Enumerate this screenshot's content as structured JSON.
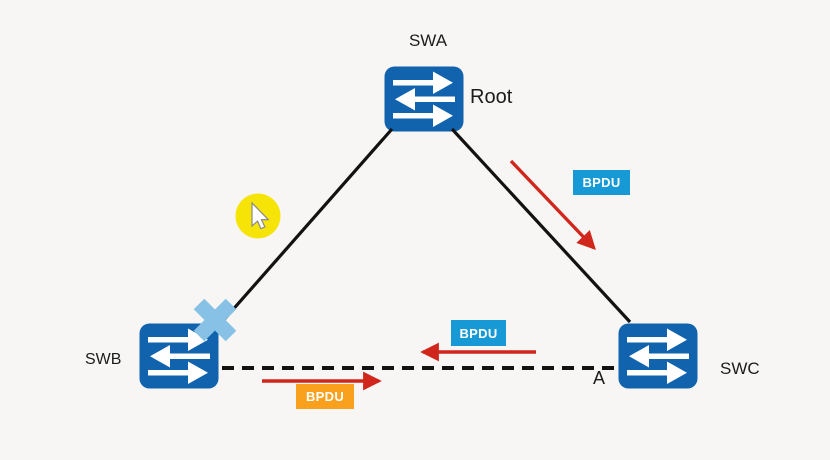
{
  "nodes": {
    "swa": {
      "name": "SWA",
      "role": "Root"
    },
    "swb": {
      "name": "SWB"
    },
    "swc": {
      "name": "SWC"
    }
  },
  "port_label": "A",
  "badges": {
    "bpdu_downlink": {
      "label": "BPDU",
      "color": "#1799d6"
    },
    "bpdu_reverse": {
      "label": "BPDU",
      "color": "#1799d6"
    },
    "bpdu_forward": {
      "label": "BPDU",
      "color": "#f9a11c"
    }
  },
  "icons": {
    "switch": "switch-icon",
    "blocked_port": "blocked-x-icon",
    "pointer": "mouse-cursor-icon",
    "pointer_highlight": "cursor-highlight-circle"
  },
  "colors": {
    "background": "#f7f6f4",
    "switch_blue": "#1163ae",
    "badge_blue": "#1799d6",
    "badge_orange": "#f9a11c",
    "arrow_red": "#d1261b",
    "block_cross_blue": "#87c2e6",
    "highlight_yellow": "#f6e406",
    "line_black": "#121212",
    "text_black": "#1c1c1c"
  }
}
